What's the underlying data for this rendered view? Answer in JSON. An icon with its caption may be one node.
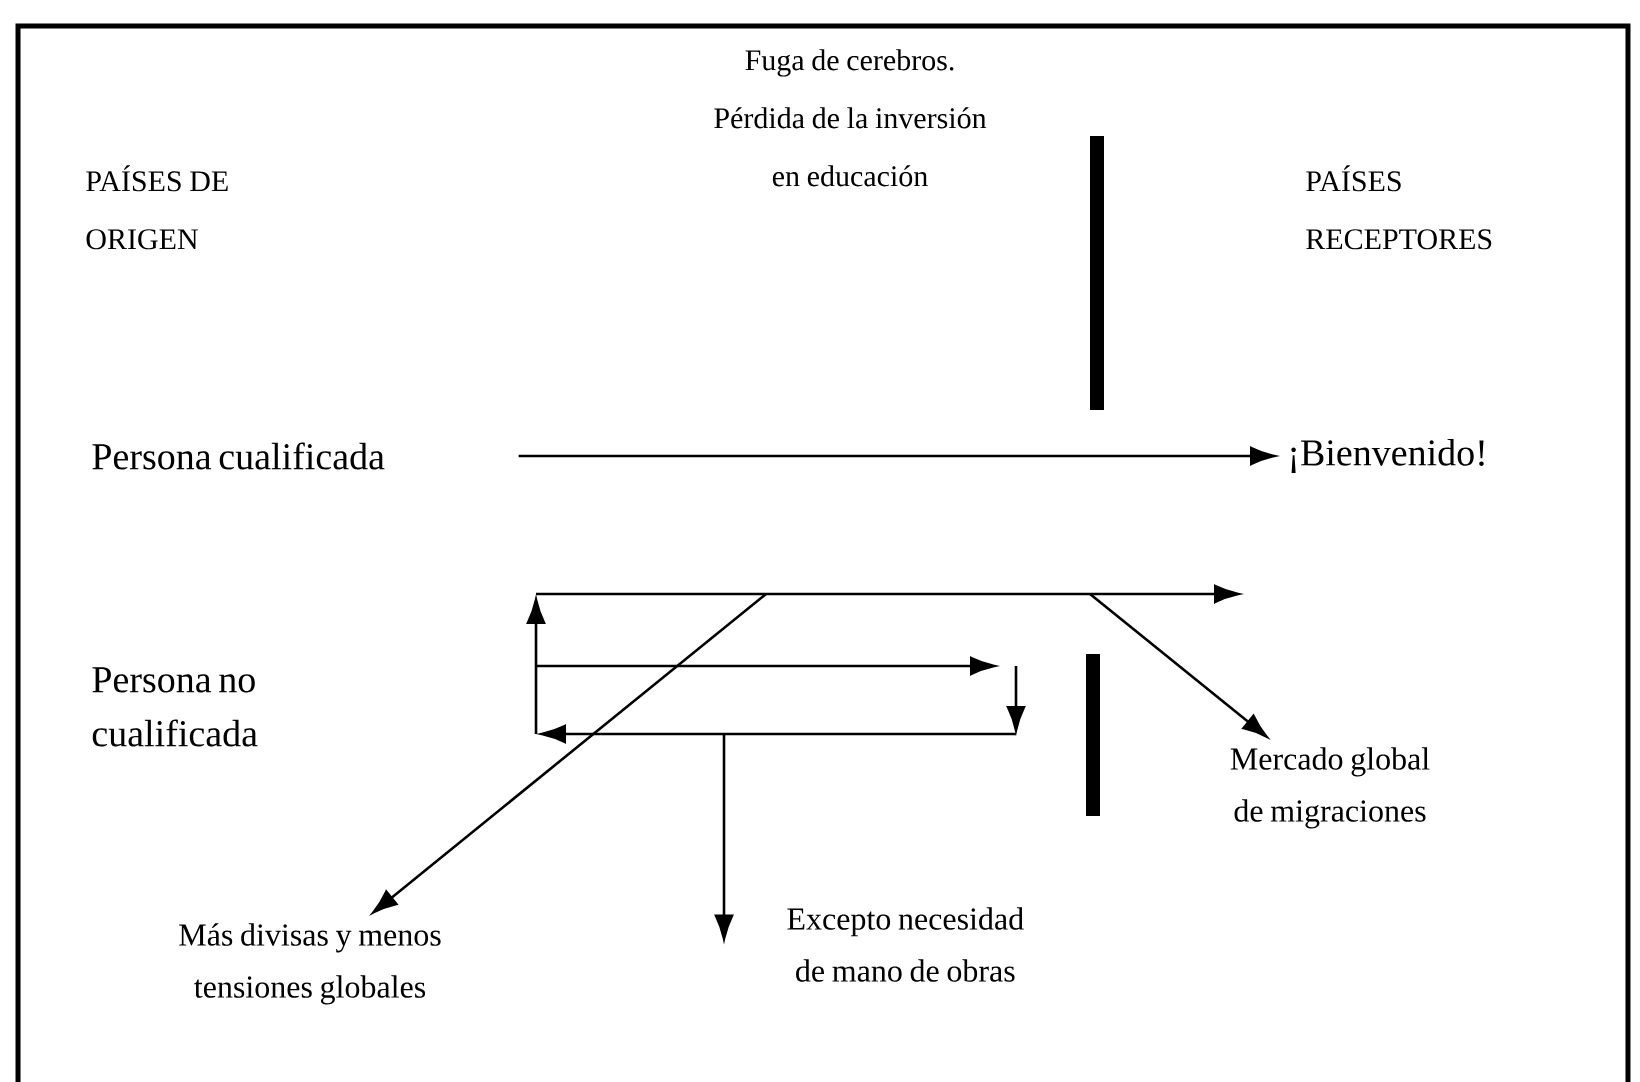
{
  "diagram": {
    "nodes": [
      {
        "text": [
          "Persona cualificada"
        ]
      },
      {
        "text": [
          "¡Bienvenido!"
        ]
      },
      {
        "text": [
          "Persona no cualificada"
        ]
      },
      {
        "text": [
          "Más divisas y menos tensiones globales"
        ]
      },
      {
        "text": [
          "Excepto necesidad de mano de obras"
        ]
      },
      {
        "text": [
          "Mercado global de migraciones"
        ]
      }
    ],
    "edges": [
      {
        "from": 0,
        "to": 1,
        "arrow": "to"
      },
      {
        "from": null,
        "to": 3,
        "arrow": "to"
      },
      {
        "from": null,
        "to": 4,
        "arrow": "to"
      },
      {
        "from": null,
        "to": 5,
        "arrow": "to"
      }
    ],
    "labels": [
      "PAÍSES DE ORIGEN",
      "Fuga de cerebros. Pérdida de la inversión en educación",
      "PAÍSES RECEPTORES"
    ]
  }
}
